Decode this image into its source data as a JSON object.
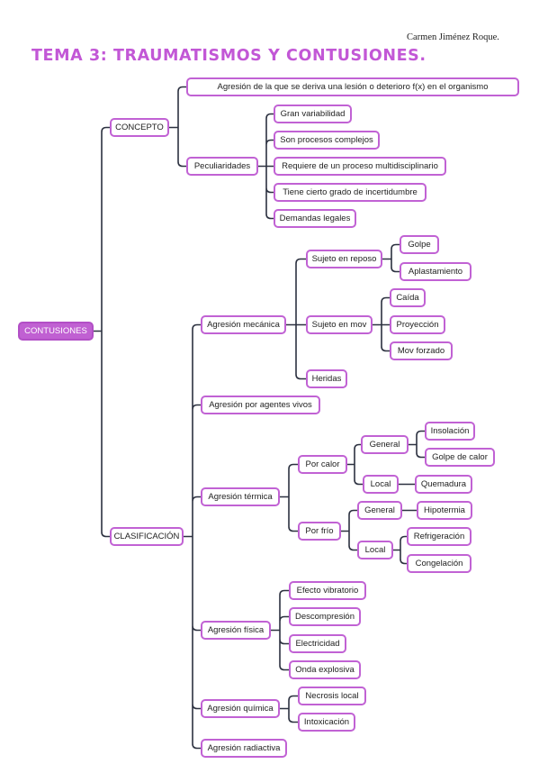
{
  "header": {
    "author": "Carmen Jiménez Roque.",
    "title": "TEMA 3: TRAUMATISMOS Y CONTUSIONES."
  },
  "colors": {
    "accent": "#c162d4",
    "root_fill": "#c060d2",
    "connector": "#2c3140"
  },
  "mindmap": {
    "root": "CONTUSIONES",
    "concepto": {
      "label": "CONCEPTO",
      "definicion": "Agresión de la que se deriva una lesión o deterioro f(x) en el organismo",
      "peculiaridades": {
        "label": "Peculiaridades",
        "items": [
          "Gran variabilidad",
          "Son procesos complejos",
          "Requiere de un proceso multidisciplinario",
          "Tiene cierto grado de incertidumbre",
          "Demandas legales"
        ]
      }
    },
    "clasificacion": {
      "label": "CLASIFICACIÓN",
      "mecanica": {
        "label": "Agresión mecánica",
        "reposo": {
          "label": "Sujeto en reposo",
          "items": [
            "Golpe",
            "Aplastamiento"
          ]
        },
        "mov": {
          "label": "Sujeto en mov",
          "items": [
            "Caída",
            "Proyección",
            "Mov forzado"
          ]
        },
        "heridas": "Heridas"
      },
      "agentes_vivos": "Agresión por agentes vivos",
      "termica": {
        "label": "Agresión térmica",
        "calor": {
          "label": "Por calor",
          "general": {
            "label": "General",
            "items": [
              "Insolación",
              "Golpe de calor"
            ]
          },
          "local": {
            "label": "Local",
            "items": [
              "Quemadura"
            ]
          }
        },
        "frio": {
          "label": "Por frío",
          "general": {
            "label": "General",
            "items": [
              "Hipotermia"
            ]
          },
          "local": {
            "label": "Local",
            "items": [
              "Refrigeración",
              "Congelación"
            ]
          }
        }
      },
      "fisica": {
        "label": "Agresión física",
        "items": [
          "Efecto vibratorio",
          "Descompresión",
          "Electricidad",
          "Onda explosiva"
        ]
      },
      "quimica": {
        "label": "Agresión química",
        "items": [
          "Necrosis local",
          "Intoxicación"
        ]
      },
      "radiactiva": "Agresión radiactiva"
    }
  }
}
